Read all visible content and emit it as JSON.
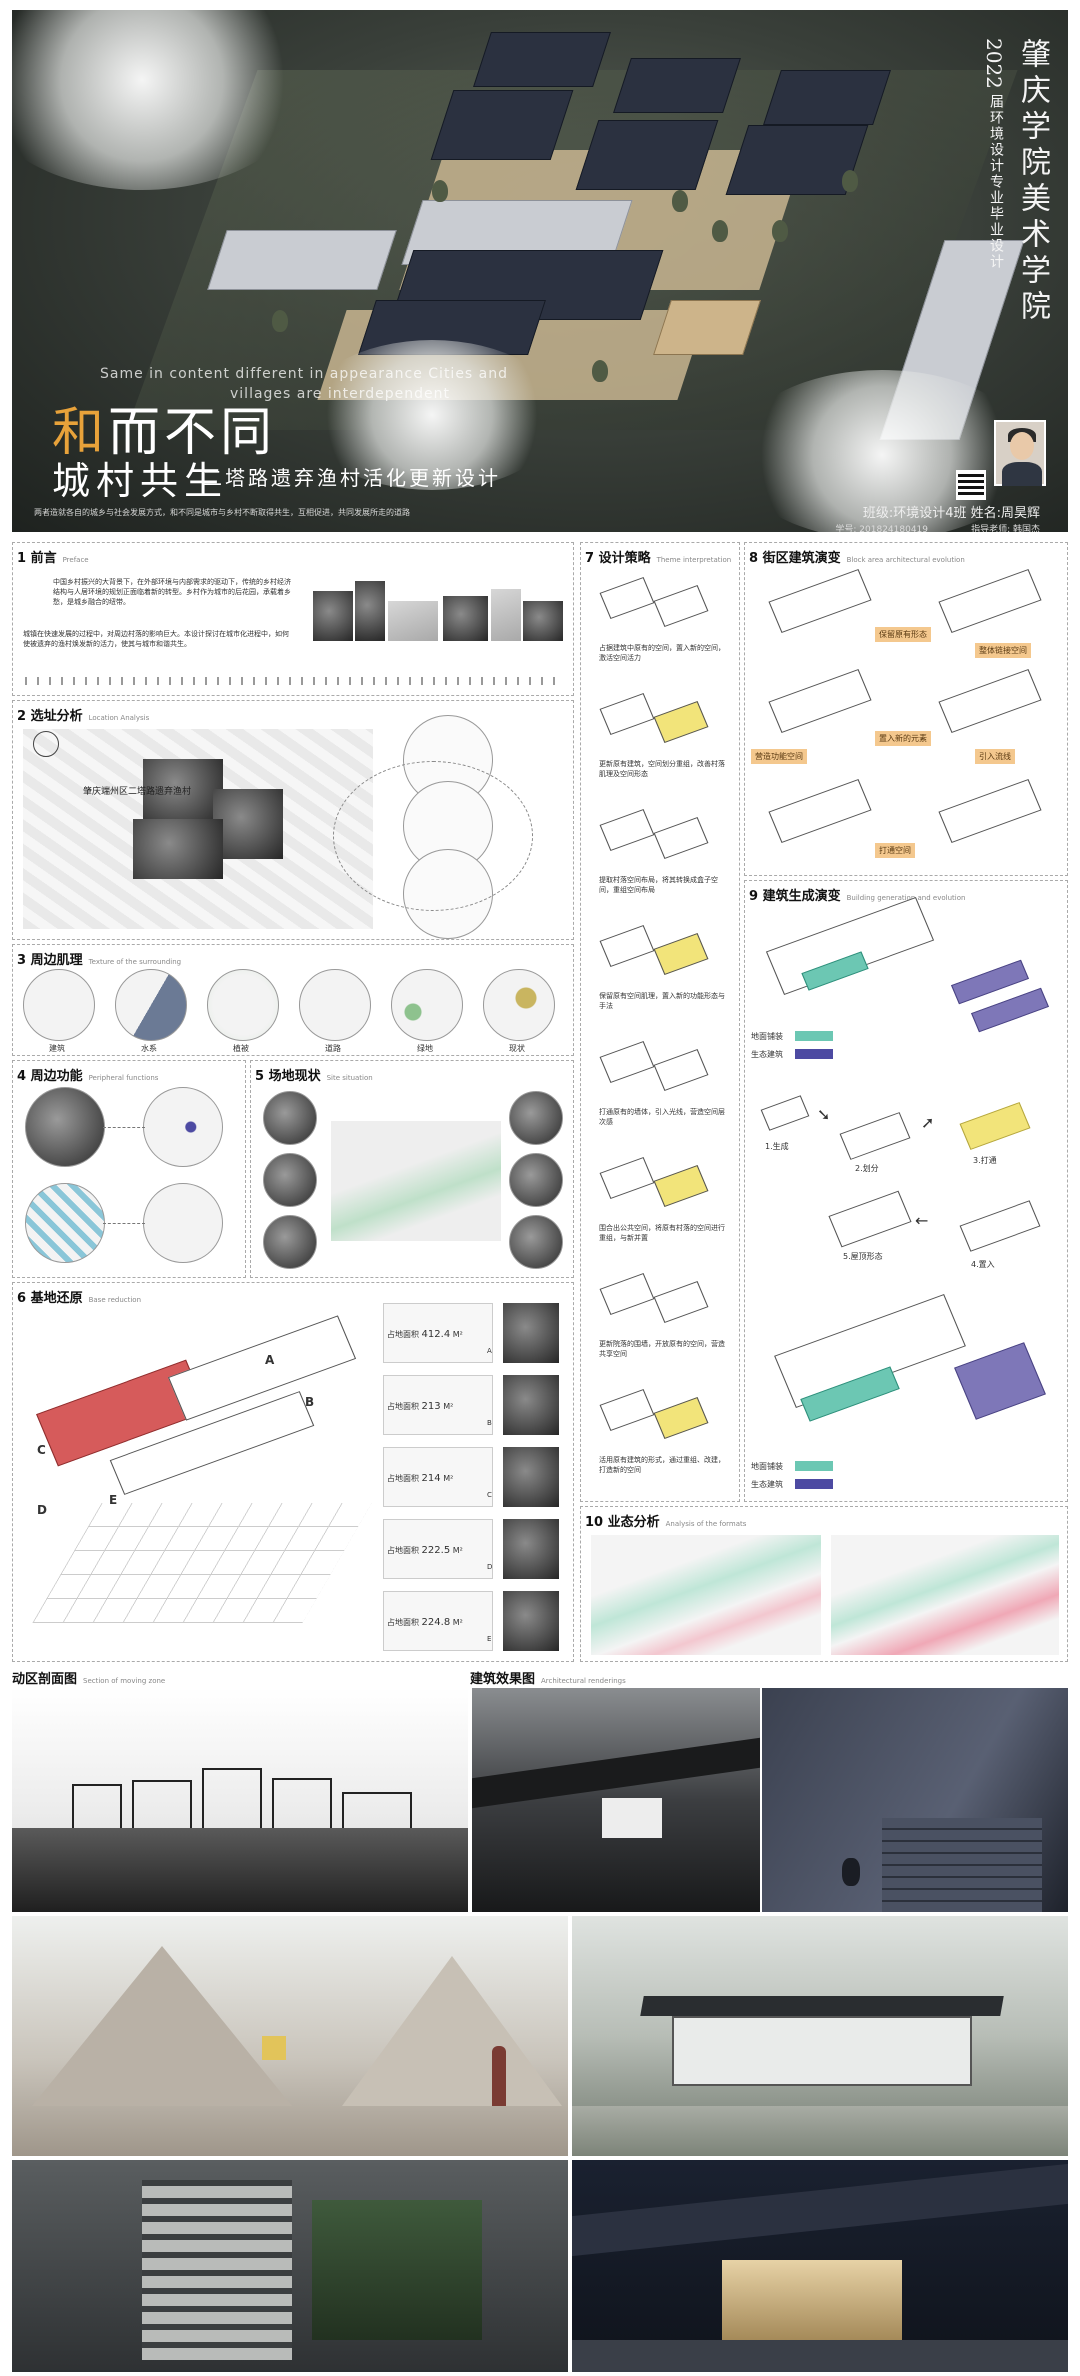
{
  "hero": {
    "title_accent": "和",
    "title_rest": "而不同",
    "subtitle": "城村共生",
    "subtitle2": "二塔路遗弃渔村活化更新设计",
    "english_line1": "Same in content different in appearance Cities and",
    "english_line2": "villages are interdependent",
    "description": "两者造就各自的城乡与社会发展方式，和不同是城市与乡村不断取得共生，互相促进，共同发展所走的道路",
    "school_vertical": "肇庆学院美术学院",
    "year": "2022",
    "major_vertical": "届环境设计专业毕业设计",
    "student_line": "班级:环境设计4班 姓名:周昊辉",
    "student_id_line": "学号: 201824180419",
    "advisor_line": "指导老师: 韩国杰"
  },
  "sections": {
    "s1": {
      "title": "1 前言",
      "en": "Preface",
      "body_1": "中国乡村振兴的大背景下，在外部环境与内部需求的驱动下，传统的乡村经济结构与人居环境的规划正面临着新的转型。乡村作为城市的后花园，承载着乡愁，是城乡融合的纽带。",
      "body_2": "城镇在快速发展的过程中，对周边村落的影响巨大。本设计探讨在城市化进程中，如何使被遗弃的渔村焕发新的活力，使其与城市和谐共生。"
    },
    "s2": {
      "title": "2 选址分析",
      "en": "Location Analysis",
      "site_label": "肇庆端州区二塔路遗弃渔村"
    },
    "s3": {
      "title": "3 周边肌理",
      "en": "Texture of the surrounding",
      "items": [
        "建筑",
        "水系",
        "植被",
        "道路",
        "绿地",
        "现状"
      ]
    },
    "s4": {
      "title": "4 周边功能",
      "en": "Peripheral functions"
    },
    "s5": {
      "title": "5 场地现状",
      "en": "Site situation"
    },
    "s6": {
      "title": "6 基地还原",
      "en": "Base reduction",
      "letters": [
        "A",
        "B",
        "C",
        "D",
        "E"
      ],
      "areas": [
        "412.4",
        "213",
        "214",
        "222.5",
        "224.8"
      ],
      "area_prefix": "占地面积",
      "unit": "M²",
      "area_letters": [
        "A",
        "B",
        "C",
        "D",
        "E"
      ]
    },
    "s7": {
      "title": "7 设计策略",
      "en": "Theme interpretation",
      "captions": [
        "占据建筑中原有的空间，置入新的空间，激活空间活力",
        "更新原有建筑，空间划分重组，改善村落肌理及空间形态",
        "提取村落空间布局，将其转换成盒子空间，重组空间布局",
        "保留原有空间肌理，置入新的功能形态与手法",
        "打通原有的墙体，引入光线，营造空间层次感",
        "围合出公共空间，将原有村落的空间进行重组，与新并置",
        "更新院落的围墙，开放原有的空间，营造共享空间",
        "活用原有建筑的形式，通过重组、改建，打造新的空间"
      ]
    },
    "s8": {
      "title": "8 街区建筑演变",
      "en": "Block area architectural evolution",
      "tags": [
        "保留原有形态",
        "整体链接空间",
        "置入新的元素",
        "营造功能空间",
        "引入流线",
        "打通空间"
      ]
    },
    "s9": {
      "title": "9 建筑生成演变",
      "en": "Building generation and evolution",
      "legend_1": "地面铺装",
      "legend_2": "生态建筑",
      "step_labels": [
        "1.生成",
        "2.划分",
        "3.打通",
        "4.置入",
        "5.屋顶形态"
      ]
    },
    "s10": {
      "title": "10 业态分析",
      "en": "Analysis of the formats"
    }
  },
  "renders": {
    "section_title": "动区剖面图",
    "section_en": "Section of moving zone",
    "effect_title": "建筑效果图",
    "effect_en": "Architectural renderings"
  }
}
